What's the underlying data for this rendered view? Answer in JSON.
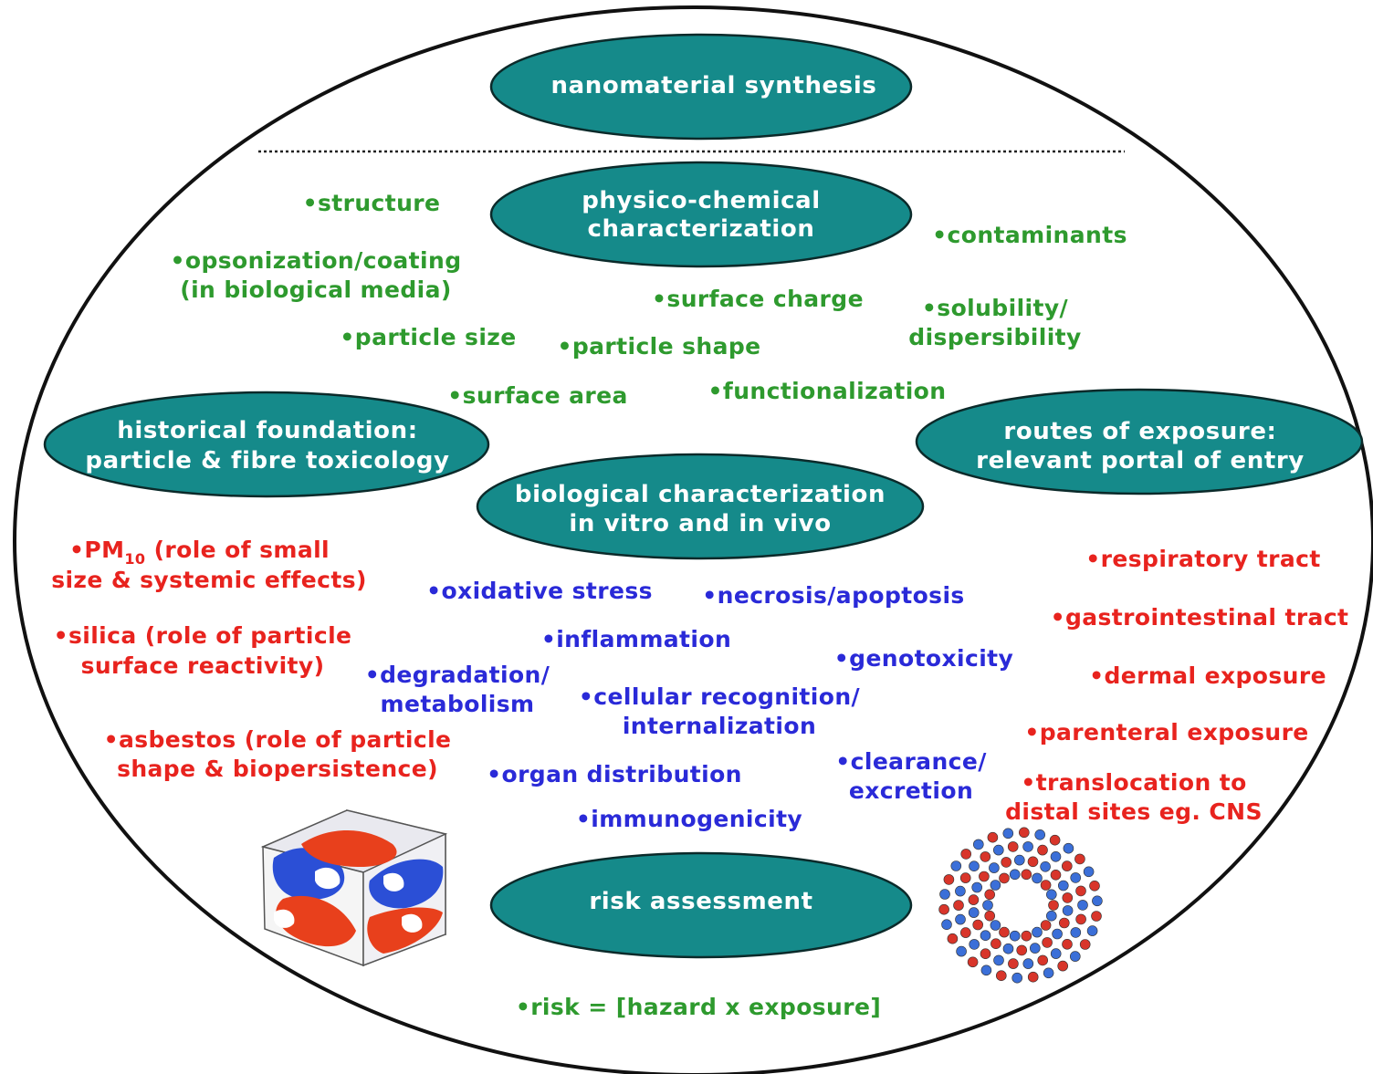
{
  "colors": {
    "node_fill": "#158a8a",
    "physicochemical_text": "#2e9a2e",
    "biological_text": "#2a2ad8",
    "historical_and_exposure_text": "#e8231e",
    "risk_text": "#2e9a2e"
  },
  "nodes": {
    "synthesis": "nanomaterial synthesis",
    "physicochemical": [
      "physico-chemical",
      "characterization"
    ],
    "historical": [
      "historical foundation:",
      "particle & fibre toxicology"
    ],
    "routes": [
      "routes of exposure:",
      "relevant portal of entry"
    ],
    "biological": [
      "biological characterization",
      "in vitro and in vivo"
    ],
    "risk": "risk assessment"
  },
  "physicochemical_items": {
    "structure": "•structure",
    "contaminants": "•contaminants",
    "opsonization": [
      "•opsonization/coating",
      "(in biological media)"
    ],
    "surface_charge": "•surface charge",
    "solubility": [
      "•solubility/",
      "dispersibility"
    ],
    "particle_size": "•particle size",
    "particle_shape": "•particle shape",
    "surface_area": "•surface area",
    "functionalization": "•functionalization"
  },
  "historical_items": {
    "pm10_prefix": "•PM",
    "pm10_sub": "10",
    "pm10_rest": " (role of small",
    "pm10_line2": "size & systemic effects)",
    "silica": [
      "•silica (role of particle",
      "surface reactivity)"
    ],
    "asbestos": [
      "•asbestos (role of particle",
      "shape & biopersistence)"
    ]
  },
  "biological_items": {
    "oxidative_stress": "•oxidative stress",
    "necrosis": "•necrosis/apoptosis",
    "inflammation": "•inflammation",
    "genotoxicity": "•genotoxicity",
    "degradation": [
      "•degradation/",
      "metabolism"
    ],
    "cellular_recognition": [
      "•cellular recognition/",
      "internalization"
    ],
    "organ_distribution": "•organ distribution",
    "clearance": [
      "•clearance/",
      "excretion"
    ],
    "immunogenicity": "•immunogenicity"
  },
  "exposure_items": {
    "respiratory": "•respiratory tract",
    "gastrointestinal": "•gastrointestinal tract",
    "dermal": "•dermal exposure",
    "parenteral": "•parenteral exposure",
    "translocation": [
      "•translocation to",
      "distal sites eg. CNS"
    ]
  },
  "risk_item": "•risk = [hazard x exposure]",
  "images": {
    "left": "nanostructure-cube-illustration",
    "right": "nanotube-ring-illustration"
  }
}
